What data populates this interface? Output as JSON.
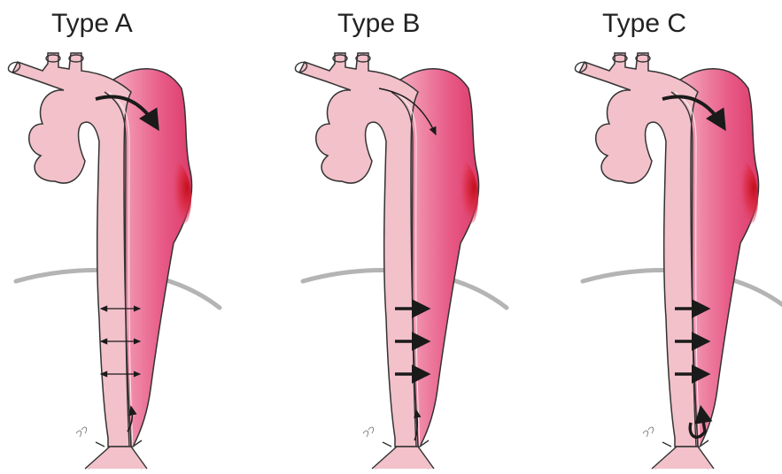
{
  "figure": {
    "panels": [
      {
        "id": "A",
        "title": "Type A",
        "variant": "a"
      },
      {
        "id": "B",
        "title": "Type B",
        "variant": "b"
      },
      {
        "id": "C",
        "title": "Type C",
        "variant": "c"
      }
    ],
    "colors": {
      "background": "#ffffff",
      "true_lumen": "#f2c1ca",
      "false_lumen_light": "#f6b7c8",
      "false_lumen_mid": "#e85b88",
      "false_lumen_hot": "#cc1020",
      "outline": "#333333",
      "arrow": "#1a1a1a",
      "diaphragm": "#b4b4b4"
    }
  }
}
